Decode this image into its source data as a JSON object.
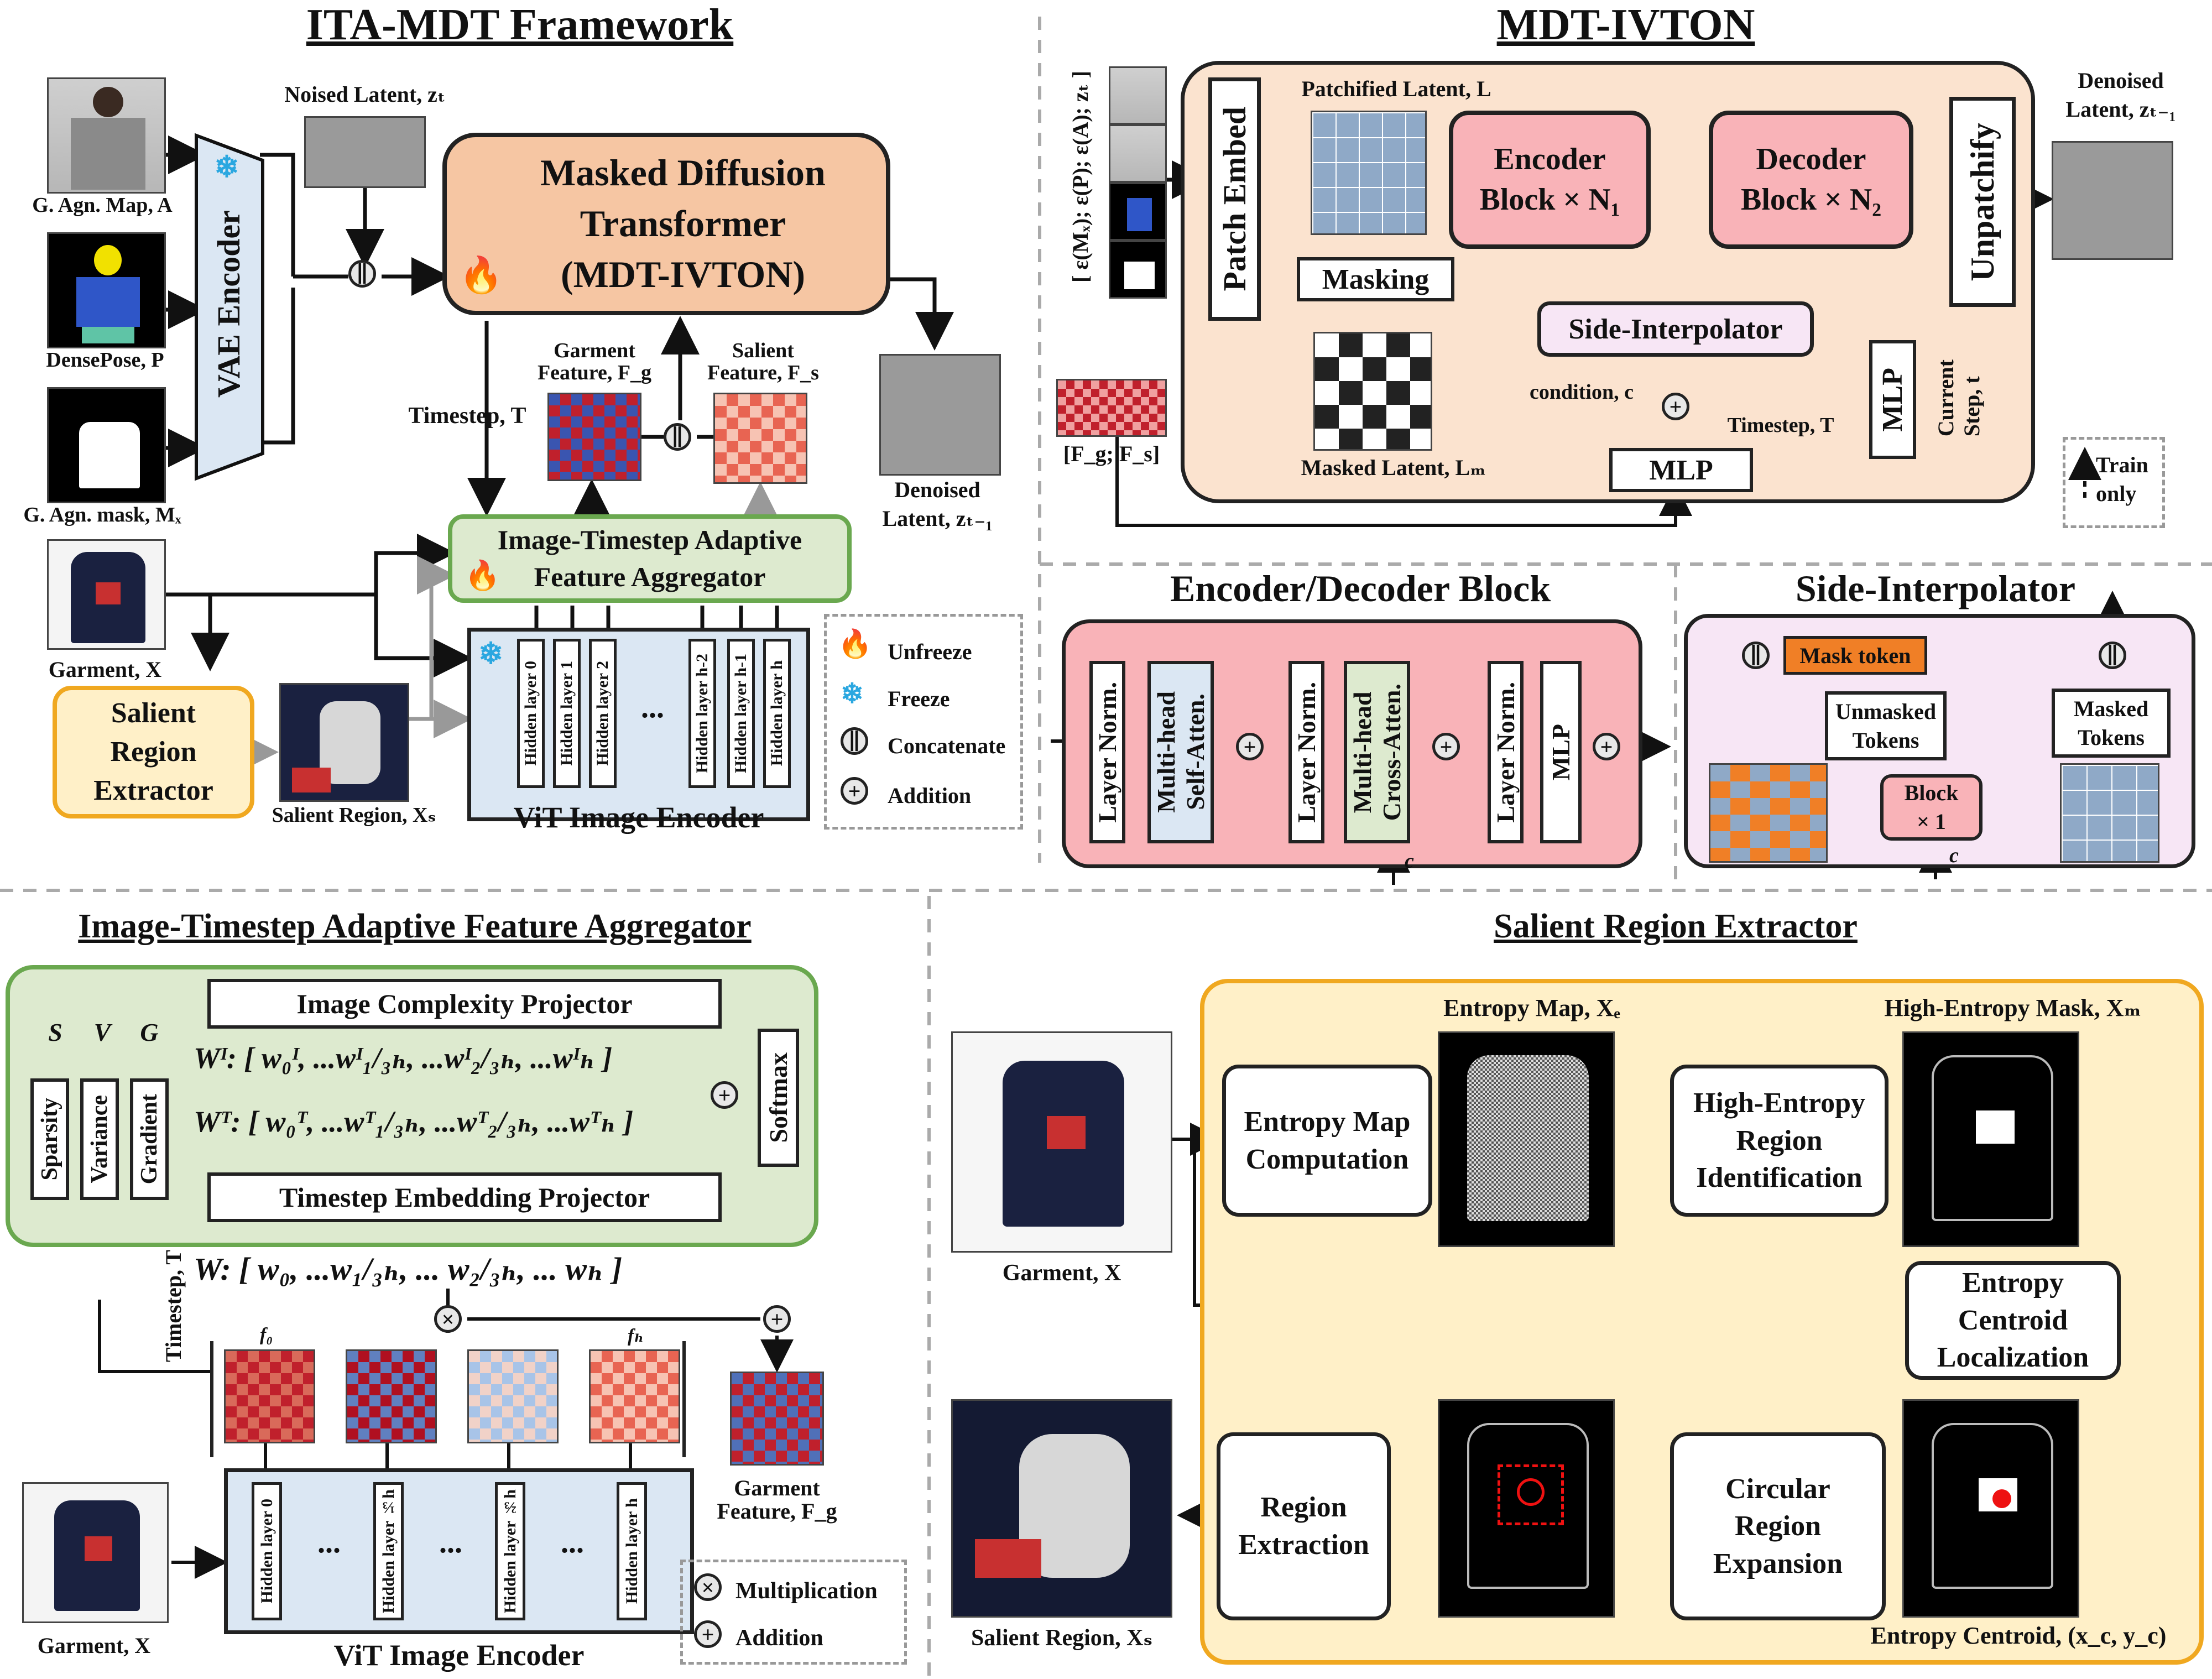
{
  "colors": {
    "diffusion": "#f6c6a3",
    "ivton_panel": "#fbe3cf",
    "aggregator": "#ddeacf",
    "aggregator_border": "#6aa84f",
    "salient": "#fff0c8",
    "salient_border": "#f0a820",
    "vit": "#dbe7f3",
    "block_pink": "#f9b3b8",
    "side_interp": "#f7e6f5",
    "mask_token": "#f07f26",
    "frame_dash": "#999999"
  },
  "icons": {
    "unfreeze": "flame-icon",
    "freeze": "snowflake-icon",
    "concatenate": "concatenate-icon",
    "addition": "plus-circle-icon",
    "multiplication": "multiply-circle-icon"
  },
  "framework": {
    "title": "ITA-MDT Framework",
    "inputs": {
      "agn_map": "G. Agn. Map, A",
      "densepose": "DensePose, P",
      "agn_mask": "G. Agn. mask, Mₓ",
      "garment": "Garment, X",
      "salient_region": "Salient Region, Xₛ"
    },
    "vae_encoder": "VAE Encoder",
    "noised_latent": "Noised Latent, zₜ",
    "mdt_box": "Masked Diffusion\nTransformer\n(MDT-IVTON)",
    "denoised_latent": "Denoised\nLatent, zₜ₋₁",
    "timestep": "Timestep, T",
    "garment_feature": "Garment\nFeature, F_g",
    "salient_feature": "Salient\nFeature, F_s",
    "aggregator": "Image-Timestep Adaptive\nFeature Aggregator",
    "salient_extractor": "Salient\nRegion\nExtractor",
    "vit_label": "ViT Image Encoder",
    "vit_layers": [
      "Hidden layer 0",
      "Hidden layer 1",
      "Hidden layer 2",
      "Hidden layer h-2",
      "Hidden layer h-1",
      "Hidden layer h"
    ],
    "vit_dots": "...",
    "legend": {
      "unfreeze": "Unfreeze",
      "freeze": "Freeze",
      "concatenate": "Concatenate",
      "addition": "Addition"
    }
  },
  "ivton": {
    "title": "MDT-IVTON",
    "input_stack": "[ ε(Mₓ); ε(P); ε(A); zₜ ]",
    "fg_fs": "[F_g; F_s]",
    "patch_embed": "Patch Embed",
    "patchified_latent": "Patchified Latent, L",
    "masking": "Masking",
    "masked_latent": "Masked Latent, Lₘ",
    "encoder_block": "Encoder\nBlock × N₁",
    "decoder_block": "Decoder\nBlock × N₂",
    "side_interpolator": "Side-Interpolator",
    "condition": "condition, c",
    "timestep": "Timestep, T",
    "mlp": "MLP",
    "current_step": "Current\nStep, t",
    "unpatchify": "Unpatchify",
    "denoised": "Denoised\nLatent, zₜ₋₁",
    "train_only": "Train\nonly"
  },
  "encdec": {
    "title": "Encoder/Decoder Block",
    "layer_norm": "Layer Norm.",
    "self_attn": "Multi-head\nSelf-Atten.",
    "cross_attn": "Multi-head\nCross-Atten.",
    "mlp": "MLP",
    "c": "c"
  },
  "side": {
    "title": "Side-Interpolator",
    "mask_token": "Mask token",
    "unmasked": "Unmasked\nTokens",
    "masked": "Masked\nTokens",
    "block": "Block\n× 1",
    "c": "c"
  },
  "aggregator_detail": {
    "title": "Image-Timestep Adaptive Feature Aggregator",
    "image_projector": "Image Complexity Projector",
    "timestep_projector": "Timestep Embedding Projector",
    "metrics": [
      "Sparsity",
      "Variance",
      "Gradient"
    ],
    "metric_letters": [
      "S",
      "V",
      "G"
    ],
    "wi": "Wᴵ: [ w₀ᴵ, ...wᴵ₁/₃ₕ, ...wᴵ₂/₃ₕ, ...wᴵₕ ]",
    "wt": "Wᵀ: [ w₀ᵀ, ...wᵀ₁/₃ₕ, ...wᵀ₂/₃ₕ, ...wᵀₕ ]",
    "softmax": "Softmax",
    "w": "W: [ w₀, ...w₁/₃ₕ, ... w₂/₃ₕ, ... wₕ ]",
    "timestep": "Timestep, T",
    "f0": "f₀",
    "fh": "fₕ",
    "garment": "Garment, X",
    "garment_feature": "Garment\nFeature, F_g",
    "vit_label": "ViT Image Encoder",
    "vit_layers": [
      "Hidden layer 0",
      "Hidden layer ⅓h",
      "Hidden layer ⅔h",
      "Hidden layer h"
    ],
    "legend": {
      "multiplication": "Multiplication",
      "addition": "Addition"
    }
  },
  "salient_detail": {
    "title": "Salient Region Extractor",
    "garment": "Garment, X",
    "entropy_map_label": "Entropy Map, Xₑ",
    "high_entropy_label": "High-Entropy Mask, Xₘ",
    "entropy_map_computation": "Entropy Map\nComputation",
    "high_entropy_region": "High-Entropy\nRegion\nIdentification",
    "entropy_centroid_loc": "Entropy\nCentroid\nLocalization",
    "circular_region": "Circular\nRegion\nExpansion",
    "region_extraction": "Region\nExtraction",
    "salient_region": "Salient Region, Xₛ",
    "entropy_centroid": "Entropy Centroid, (x_c, y_c)"
  }
}
